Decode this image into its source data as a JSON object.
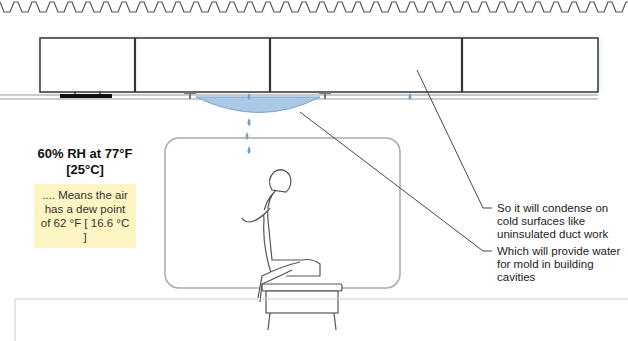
{
  "diagram": {
    "nodes": [
      {
        "text": [
          "60% RH at 77°F [25°C]",
          ".... Means the air has a dew point of 62 °F [ 16.6 °C ]"
        ]
      }
    ],
    "labels": [
      "So it will condense on cold surfaces like uninsulated duct work",
      "Which will provide water for mold in building cavities"
    ]
  }
}
